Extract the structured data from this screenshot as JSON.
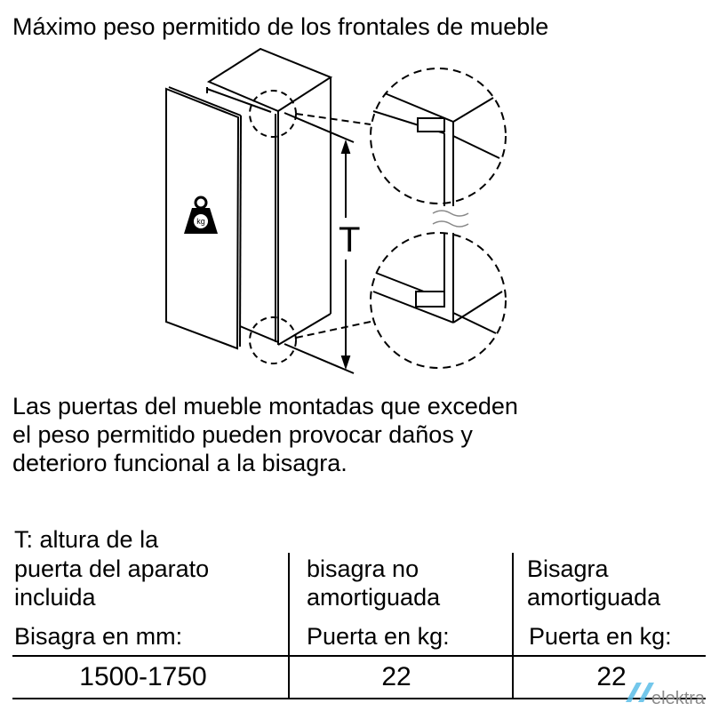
{
  "title": "Máximo peso permitido de los frontales de mueble",
  "diagram": {
    "dimension_label": "T",
    "weight_icon_label": "kg"
  },
  "warning_lines": [
    "Las puertas del mueble montadas que exceden",
    "el peso permitido pueden provocar daños y",
    "deterioro funcional a la bisagra."
  ],
  "table": {
    "col1_header": [
      "T: altura de la",
      "puerta del aparato",
      "incluida"
    ],
    "col1_unit": "Bisagra en mm:",
    "col2_header": [
      "bisagra no",
      "amortiguada"
    ],
    "col2_unit": "Puerta en kg:",
    "col3_header": [
      "Bisagra",
      "amortiguada"
    ],
    "col3_unit": "Puerta en kg:",
    "rows": [
      {
        "height": "1500-1750",
        "non_damped": "22",
        "damped": "22"
      }
    ]
  },
  "watermark": "elektra",
  "colors": {
    "watermark_blue": "#5bbde8"
  }
}
